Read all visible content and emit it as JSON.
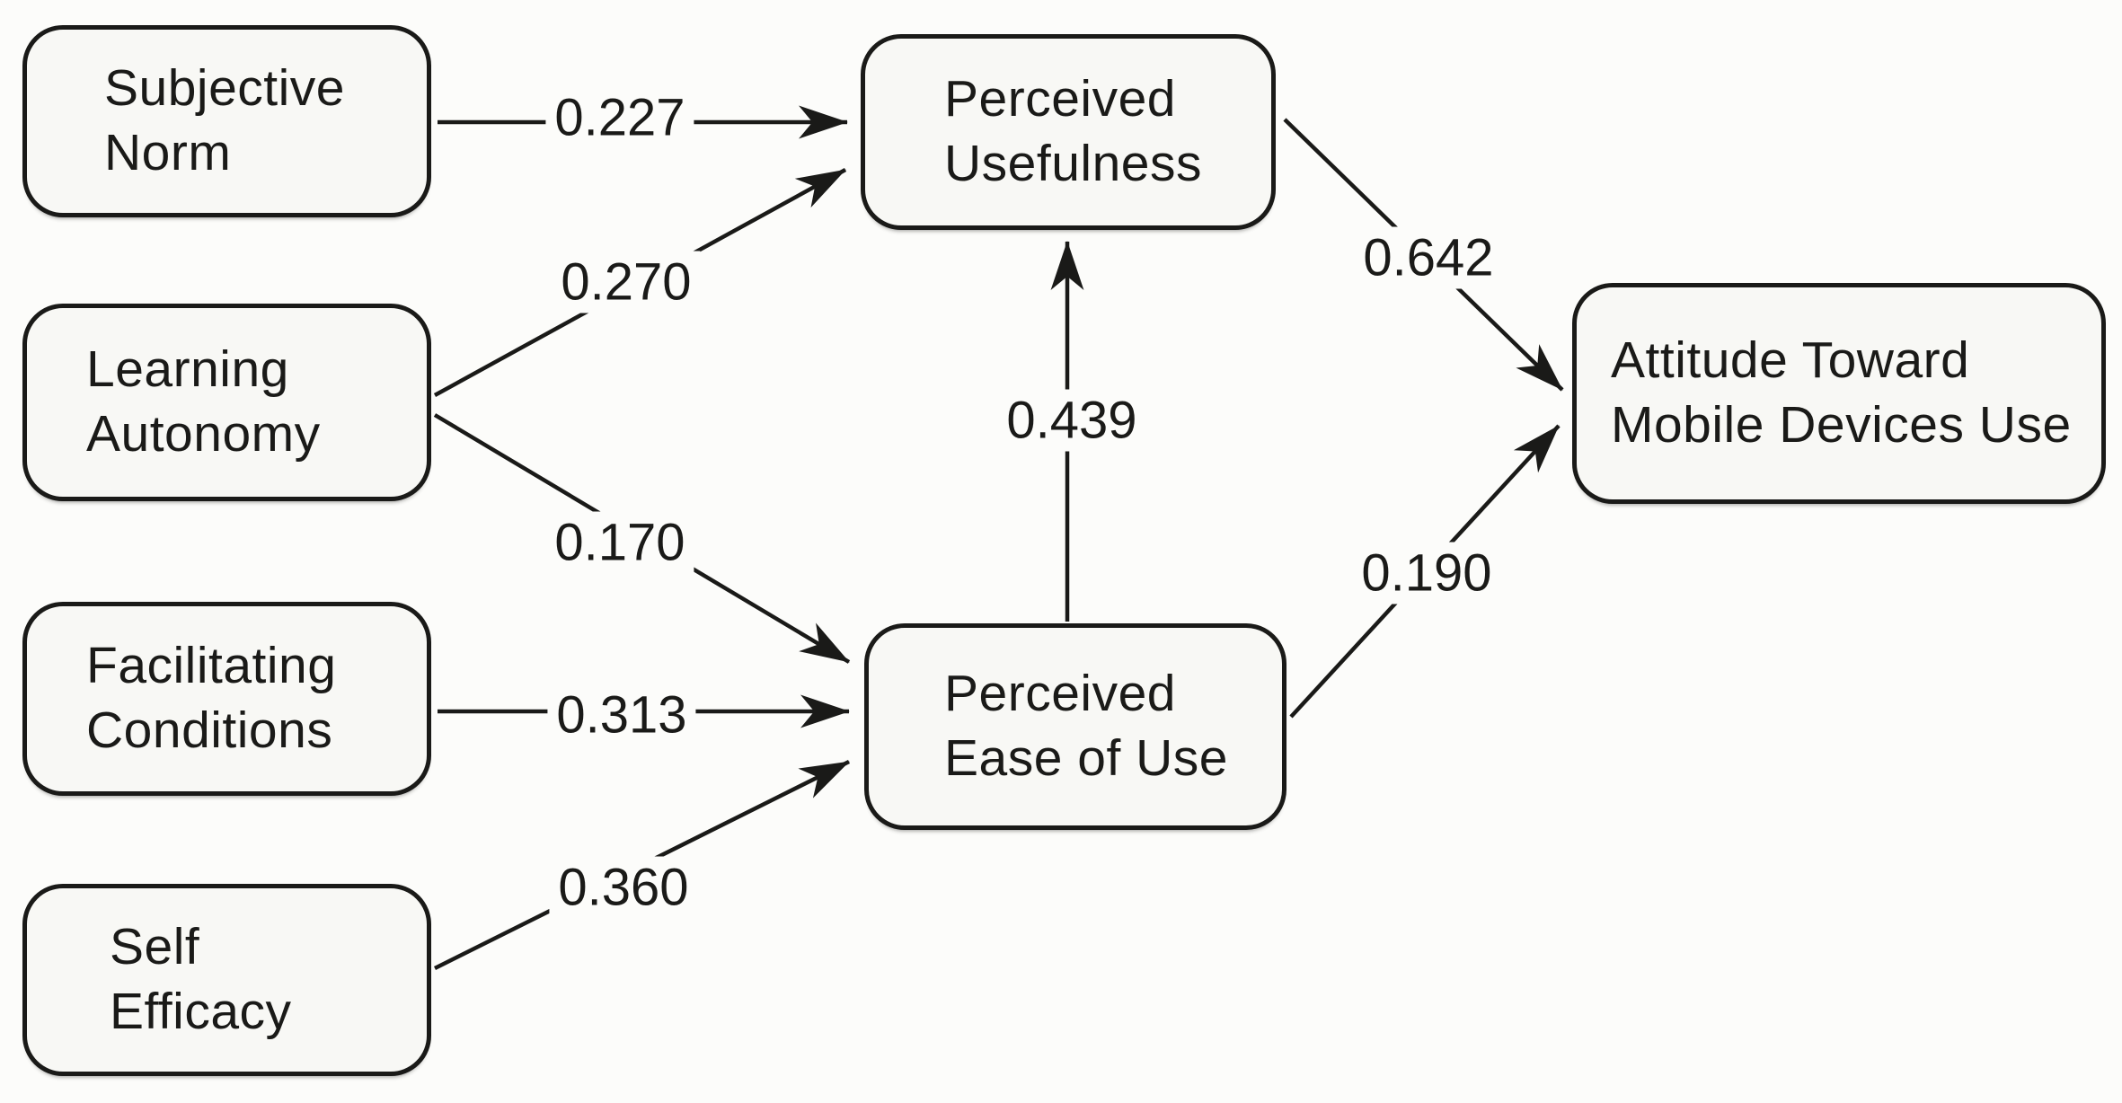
{
  "figure": {
    "type": "path-diagram",
    "topic": "Technology acceptance path model for mobile devices use",
    "colors": {
      "background": "#fcfcfa",
      "node_fill": "#f8f8f5",
      "ink": "#1a1a18"
    },
    "nodes": [
      {
        "id": "subjective-norm",
        "label": "Subjective\nNorm"
      },
      {
        "id": "learning-autonomy",
        "label": "Learning\nAutonomy"
      },
      {
        "id": "facilitating-conditions",
        "label": "Facilitating\nConditions"
      },
      {
        "id": "self-efficacy",
        "label": "Self\nEfficacy"
      },
      {
        "id": "perceived-usefulness",
        "label": "Perceived\nUsefulness"
      },
      {
        "id": "perceived-ease-of-use",
        "label": "Perceived\nEase of Use"
      },
      {
        "id": "attitude",
        "label": "Attitude Toward\nMobile Devices Use"
      }
    ],
    "edges": [
      {
        "from": "subjective-norm",
        "to": "perceived-usefulness",
        "value": "0.227"
      },
      {
        "from": "learning-autonomy",
        "to": "perceived-usefulness",
        "value": "0.270"
      },
      {
        "from": "learning-autonomy",
        "to": "perceived-ease-of-use",
        "value": "0.170"
      },
      {
        "from": "facilitating-conditions",
        "to": "perceived-ease-of-use",
        "value": "0.313"
      },
      {
        "from": "self-efficacy",
        "to": "perceived-ease-of-use",
        "value": "0.360"
      },
      {
        "from": "perceived-ease-of-use",
        "to": "perceived-usefulness",
        "value": "0.439"
      },
      {
        "from": "perceived-usefulness",
        "to": "attitude",
        "value": "0.642"
      },
      {
        "from": "perceived-ease-of-use",
        "to": "attitude",
        "value": "0.190"
      }
    ]
  }
}
